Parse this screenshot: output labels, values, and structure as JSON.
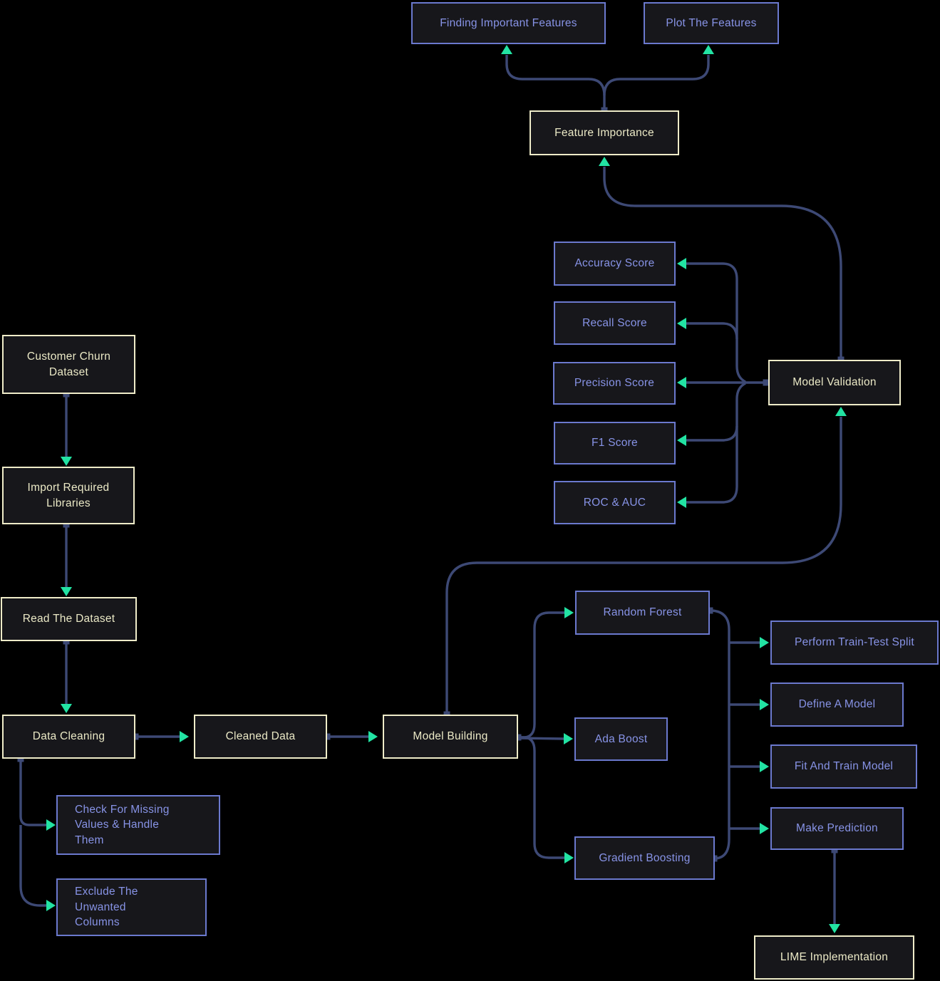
{
  "diagram": {
    "type": "flowchart",
    "description": "Customer churn prediction ML pipeline flowchart",
    "background": "#000000"
  },
  "colors": {
    "background": "#000000",
    "node_fill": "#17171b",
    "primary_node_border": "#efecc9",
    "primary_node_text": "#ebe9c6",
    "secondary_node_border": "#6b79ce",
    "secondary_node_text": "#8793e6",
    "edge_line": "#3d4975",
    "arrowhead": "#22e3a3"
  },
  "nodes": {
    "finding_important_features": {
      "label": "Finding Important Features",
      "style": "secondary"
    },
    "plot_the_features": {
      "label": "Plot The Features",
      "style": "secondary"
    },
    "feature_importance": {
      "label": "Feature Importance",
      "style": "primary"
    },
    "accuracy_score": {
      "label": "Accuracy Score",
      "style": "secondary"
    },
    "recall_score": {
      "label": "Recall Score",
      "style": "secondary"
    },
    "precision_score": {
      "label": "Precision Score",
      "style": "secondary"
    },
    "f1_score": {
      "label": "F1 Score",
      "style": "secondary"
    },
    "roc_auc": {
      "label": "ROC & AUC",
      "style": "secondary"
    },
    "model_validation": {
      "label": "Model Validation",
      "style": "primary"
    },
    "customer_churn_dataset": {
      "label": "Customer Churn Dataset",
      "style": "primary"
    },
    "import_required_libraries": {
      "label": "Import Required Libraries",
      "style": "primary"
    },
    "read_the_dataset": {
      "label": "Read The Dataset",
      "style": "primary"
    },
    "data_cleaning": {
      "label": "Data Cleaning",
      "style": "primary"
    },
    "check_for_missing_values": {
      "label": "Check For Missing Values & Handle Them",
      "style": "secondary"
    },
    "exclude_the_unwanted_columns": {
      "label": "Exclude The Unwanted Columns",
      "style": "secondary"
    },
    "cleaned_data": {
      "label": "Cleaned Data",
      "style": "primary"
    },
    "model_building": {
      "label": "Model Building",
      "style": "primary"
    },
    "random_forest": {
      "label": "Random Forest",
      "style": "secondary"
    },
    "ada_boost": {
      "label": "Ada Boost",
      "style": "secondary"
    },
    "gradient_boosting": {
      "label": "Gradient Boosting",
      "style": "secondary"
    },
    "perform_train_test_split": {
      "label": "Perform Train-Test Split",
      "style": "secondary"
    },
    "define_a_model": {
      "label": "Define A Model",
      "style": "secondary"
    },
    "fit_and_train_model": {
      "label": "Fit And Train Model",
      "style": "secondary"
    },
    "make_prediction": {
      "label": "Make Prediction",
      "style": "secondary"
    },
    "lime_implementation": {
      "label": "LIME Implementation",
      "style": "primary"
    }
  },
  "edges": [
    {
      "from": "customer_churn_dataset",
      "to": "import_required_libraries"
    },
    {
      "from": "import_required_libraries",
      "to": "read_the_dataset"
    },
    {
      "from": "read_the_dataset",
      "to": "data_cleaning"
    },
    {
      "from": "data_cleaning",
      "to": "cleaned_data"
    },
    {
      "from": "data_cleaning",
      "to": "check_for_missing_values"
    },
    {
      "from": "data_cleaning",
      "to": "exclude_the_unwanted_columns"
    },
    {
      "from": "cleaned_data",
      "to": "model_building"
    },
    {
      "from": "model_building",
      "to": "random_forest"
    },
    {
      "from": "model_building",
      "to": "ada_boost"
    },
    {
      "from": "model_building",
      "to": "gradient_boosting"
    },
    {
      "from": "model_building",
      "to": "model_validation"
    },
    {
      "from": [
        "random_forest",
        "gradient_boosting"
      ],
      "to": [
        "perform_train_test_split",
        "define_a_model",
        "fit_and_train_model",
        "make_prediction"
      ]
    },
    {
      "from": "model_validation",
      "to": [
        "accuracy_score",
        "recall_score",
        "precision_score",
        "f1_score",
        "roc_auc"
      ]
    },
    {
      "from": "model_validation",
      "to": "feature_importance"
    },
    {
      "from": "feature_importance",
      "to": [
        "finding_important_features",
        "plot_the_features"
      ]
    },
    {
      "from": "make_prediction",
      "to": "lime_implementation"
    }
  ]
}
